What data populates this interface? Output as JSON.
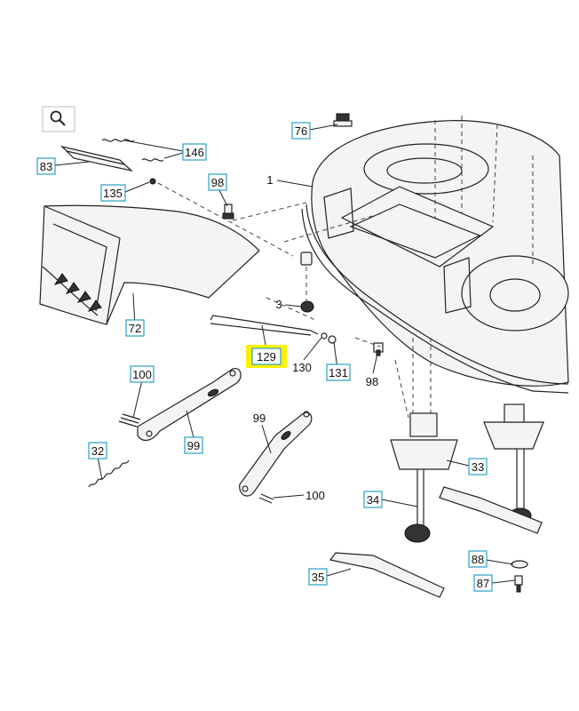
{
  "callouts": {
    "c146": "146",
    "c83": "83",
    "c135": "135",
    "c98a": "98",
    "c1": "1",
    "c76": "76",
    "c72": "72",
    "c3": "3",
    "c129": "129",
    "c130": "130",
    "c131": "131",
    "c98b": "98",
    "c100a": "100",
    "c99a": "99",
    "c99b": "99",
    "c100b": "100",
    "c32": "32",
    "c33": "33",
    "c34": "34",
    "c35": "35",
    "c88": "88",
    "c87": "87"
  },
  "colors": {
    "callout_box_border": "#2aa0c8",
    "highlight": "#fff200"
  },
  "icons": {
    "zoom": "magnifier-icon"
  }
}
